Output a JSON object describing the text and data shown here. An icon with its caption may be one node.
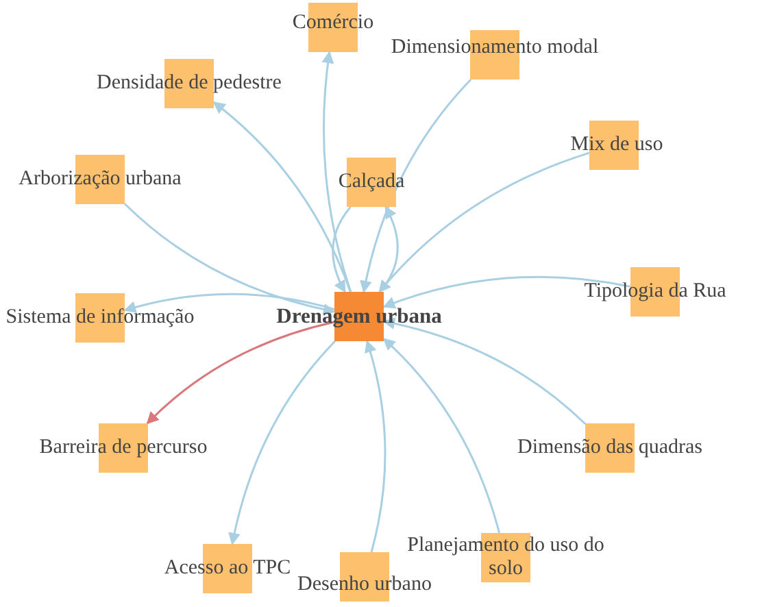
{
  "diagram": {
    "nodes": [
      {
        "text": [
          "Comércio"
        ]
      },
      {
        "text": [
          "Dimensionamento modal"
        ]
      },
      {
        "text": [
          "Densidade de pedestre"
        ]
      },
      {
        "text": [
          "Mix de uso"
        ]
      },
      {
        "text": [
          "Arborização urbana"
        ]
      },
      {
        "text": [
          "Calçada"
        ]
      },
      {
        "text": [
          "Tipologia da Rua"
        ]
      },
      {
        "text": [
          "Sistema de informação"
        ]
      },
      {
        "text": [
          "Drenagem urbana"
        ]
      },
      {
        "text": [
          "Barreira de percurso"
        ]
      },
      {
        "text": [
          "Dimensão das quadras"
        ]
      },
      {
        "text": [
          "Planejamento do uso do solo"
        ]
      },
      {
        "text": [
          "Acesso ao TPC"
        ]
      },
      {
        "text": [
          "Desenho urbano"
        ]
      }
    ],
    "edges": [
      {
        "from": 8,
        "to": 0,
        "arrow": "to"
      },
      {
        "from": 1,
        "to": 8,
        "arrow": "to"
      },
      {
        "from": 8,
        "to": 2,
        "arrow": "to"
      },
      {
        "from": 3,
        "to": 8,
        "arrow": "to"
      },
      {
        "from": 4,
        "to": 8,
        "arrow": "to"
      },
      {
        "from": 8,
        "to": 5,
        "arrow": "to"
      },
      {
        "from": 5,
        "to": 8,
        "arrow": "to"
      },
      {
        "from": 6,
        "to": 8,
        "arrow": "to"
      },
      {
        "from": 8,
        "to": 7,
        "arrow": "to"
      },
      {
        "from": 8,
        "to": 9,
        "arrow": "to",
        "color": "#d9777a"
      },
      {
        "from": 10,
        "to": 8,
        "arrow": "to"
      },
      {
        "from": 11,
        "to": 8,
        "arrow": "to"
      },
      {
        "from": 8,
        "to": 12,
        "arrow": "to"
      },
      {
        "from": 13,
        "to": 8,
        "arrow": "to"
      }
    ]
  }
}
